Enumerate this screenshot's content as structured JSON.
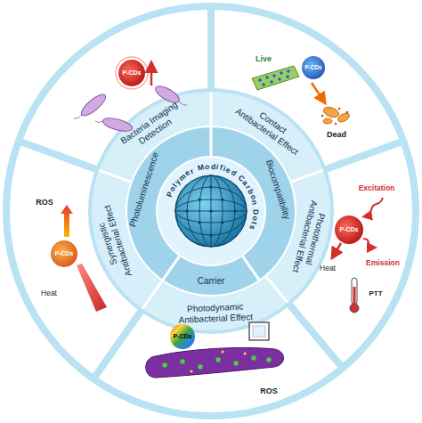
{
  "diagram": {
    "nodes": [
      {
        "text": [
          "Polymer Modified Carbon Dots"
        ]
      },
      {
        "text": [
          "Photoluminescence"
        ]
      },
      {
        "text": [
          "Biocompatibility"
        ]
      },
      {
        "text": [
          "Carrier"
        ]
      },
      {
        "text": [
          "Bacteria Imaging Detection"
        ]
      },
      {
        "text": [
          "Contact Antibacterial Effect"
        ]
      },
      {
        "text": [
          "Photothermal Antibacterial Effect"
        ]
      },
      {
        "text": [
          "Photodynamic Antibacterial Effect"
        ]
      },
      {
        "text": [
          "Synergistic Antibacterial Effect"
        ]
      }
    ],
    "labels": [
      "P-CDs",
      "Live",
      "P-CDs",
      "Dead",
      "Excitation",
      "P-CDs",
      "Heat",
      "Emission",
      "PTT",
      "P-CDs",
      "ROS",
      "ROS",
      "P-CDs",
      "Heat"
    ]
  }
}
